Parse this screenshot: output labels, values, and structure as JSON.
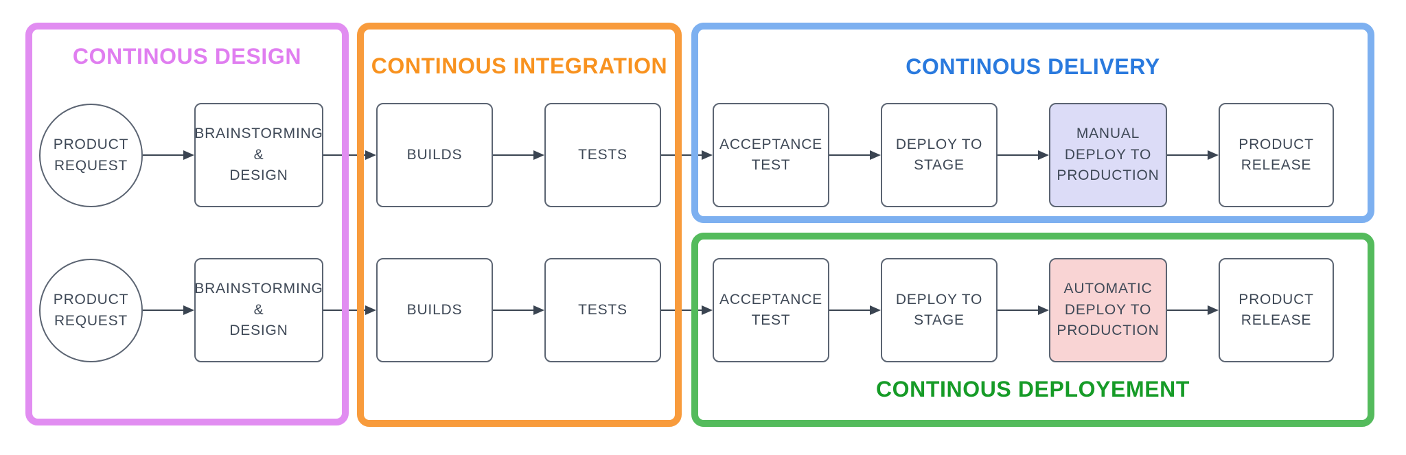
{
  "diagram": {
    "groups": {
      "design": {
        "title": "CONTINOUS DESIGN",
        "border_color": "#e18df1",
        "title_color": "#e07ef0"
      },
      "integration": {
        "title": "CONTINOUS INTEGRATION",
        "border_color": "#f89b3c",
        "title_color": "#f8921f"
      },
      "delivery": {
        "title": "CONTINOUS DELIVERY",
        "border_color": "#7db0f0",
        "title_color": "#2a7ade"
      },
      "deployment": {
        "title": "CONTINOUS DEPLOYEMENT",
        "border_color": "#54bb5c",
        "title_color": "#169b27"
      }
    },
    "nodes": {
      "product_request": {
        "label": "PRODUCT\nREQUEST",
        "shape": "circle"
      },
      "brainstorming_design": {
        "label": "BRAINSTORMING\n&\nDESIGN",
        "shape": "rounded-rect"
      },
      "builds": {
        "label": "BUILDS",
        "shape": "rounded-rect"
      },
      "tests": {
        "label": "TESTS",
        "shape": "rounded-rect"
      },
      "acceptance_test": {
        "label": "ACCEPTANCE\nTEST",
        "shape": "rounded-rect"
      },
      "deploy_to_stage": {
        "label": "DEPLOY TO\nSTAGE",
        "shape": "rounded-rect"
      },
      "manual_deploy_to_production": {
        "label": "MANUAL\nDEPLOY TO\nPRODUCTION",
        "shape": "rounded-rect",
        "fill": "#dcdcf7"
      },
      "automatic_deploy_to_production": {
        "label": "AUTOMATIC\nDEPLOY TO\nPRODUCTION",
        "shape": "rounded-rect",
        "fill": "#f9d4d4"
      },
      "product_release": {
        "label": "PRODUCT\nRELEASE",
        "shape": "rounded-rect"
      }
    },
    "flows": {
      "delivery_pipeline": [
        "product_request",
        "brainstorming_design",
        "builds",
        "tests",
        "acceptance_test",
        "deploy_to_stage",
        "manual_deploy_to_production",
        "product_release"
      ],
      "deployment_pipeline": [
        "product_request",
        "brainstorming_design",
        "builds",
        "tests",
        "acceptance_test",
        "deploy_to_stage",
        "automatic_deploy_to_production",
        "product_release"
      ]
    },
    "colors": {
      "node_border": "#5b6472",
      "node_text": "#3e4856",
      "connector": "#3a4451",
      "background": "#ffffff"
    }
  }
}
